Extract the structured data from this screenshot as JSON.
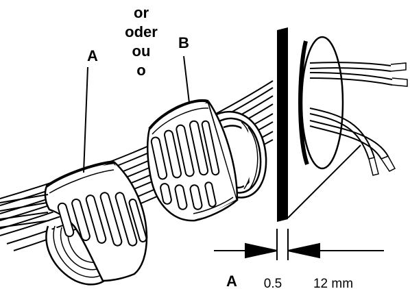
{
  "labels": {
    "bushing_a": "A",
    "bushing_b": "B",
    "alternatives": [
      "or",
      "oder",
      "ou",
      "o"
    ],
    "dimension_label": "A",
    "dimension_min": "0.5",
    "dimension_max": "12 mm"
  },
  "colors": {
    "ink": "#000000",
    "paper": "#ffffff"
  }
}
